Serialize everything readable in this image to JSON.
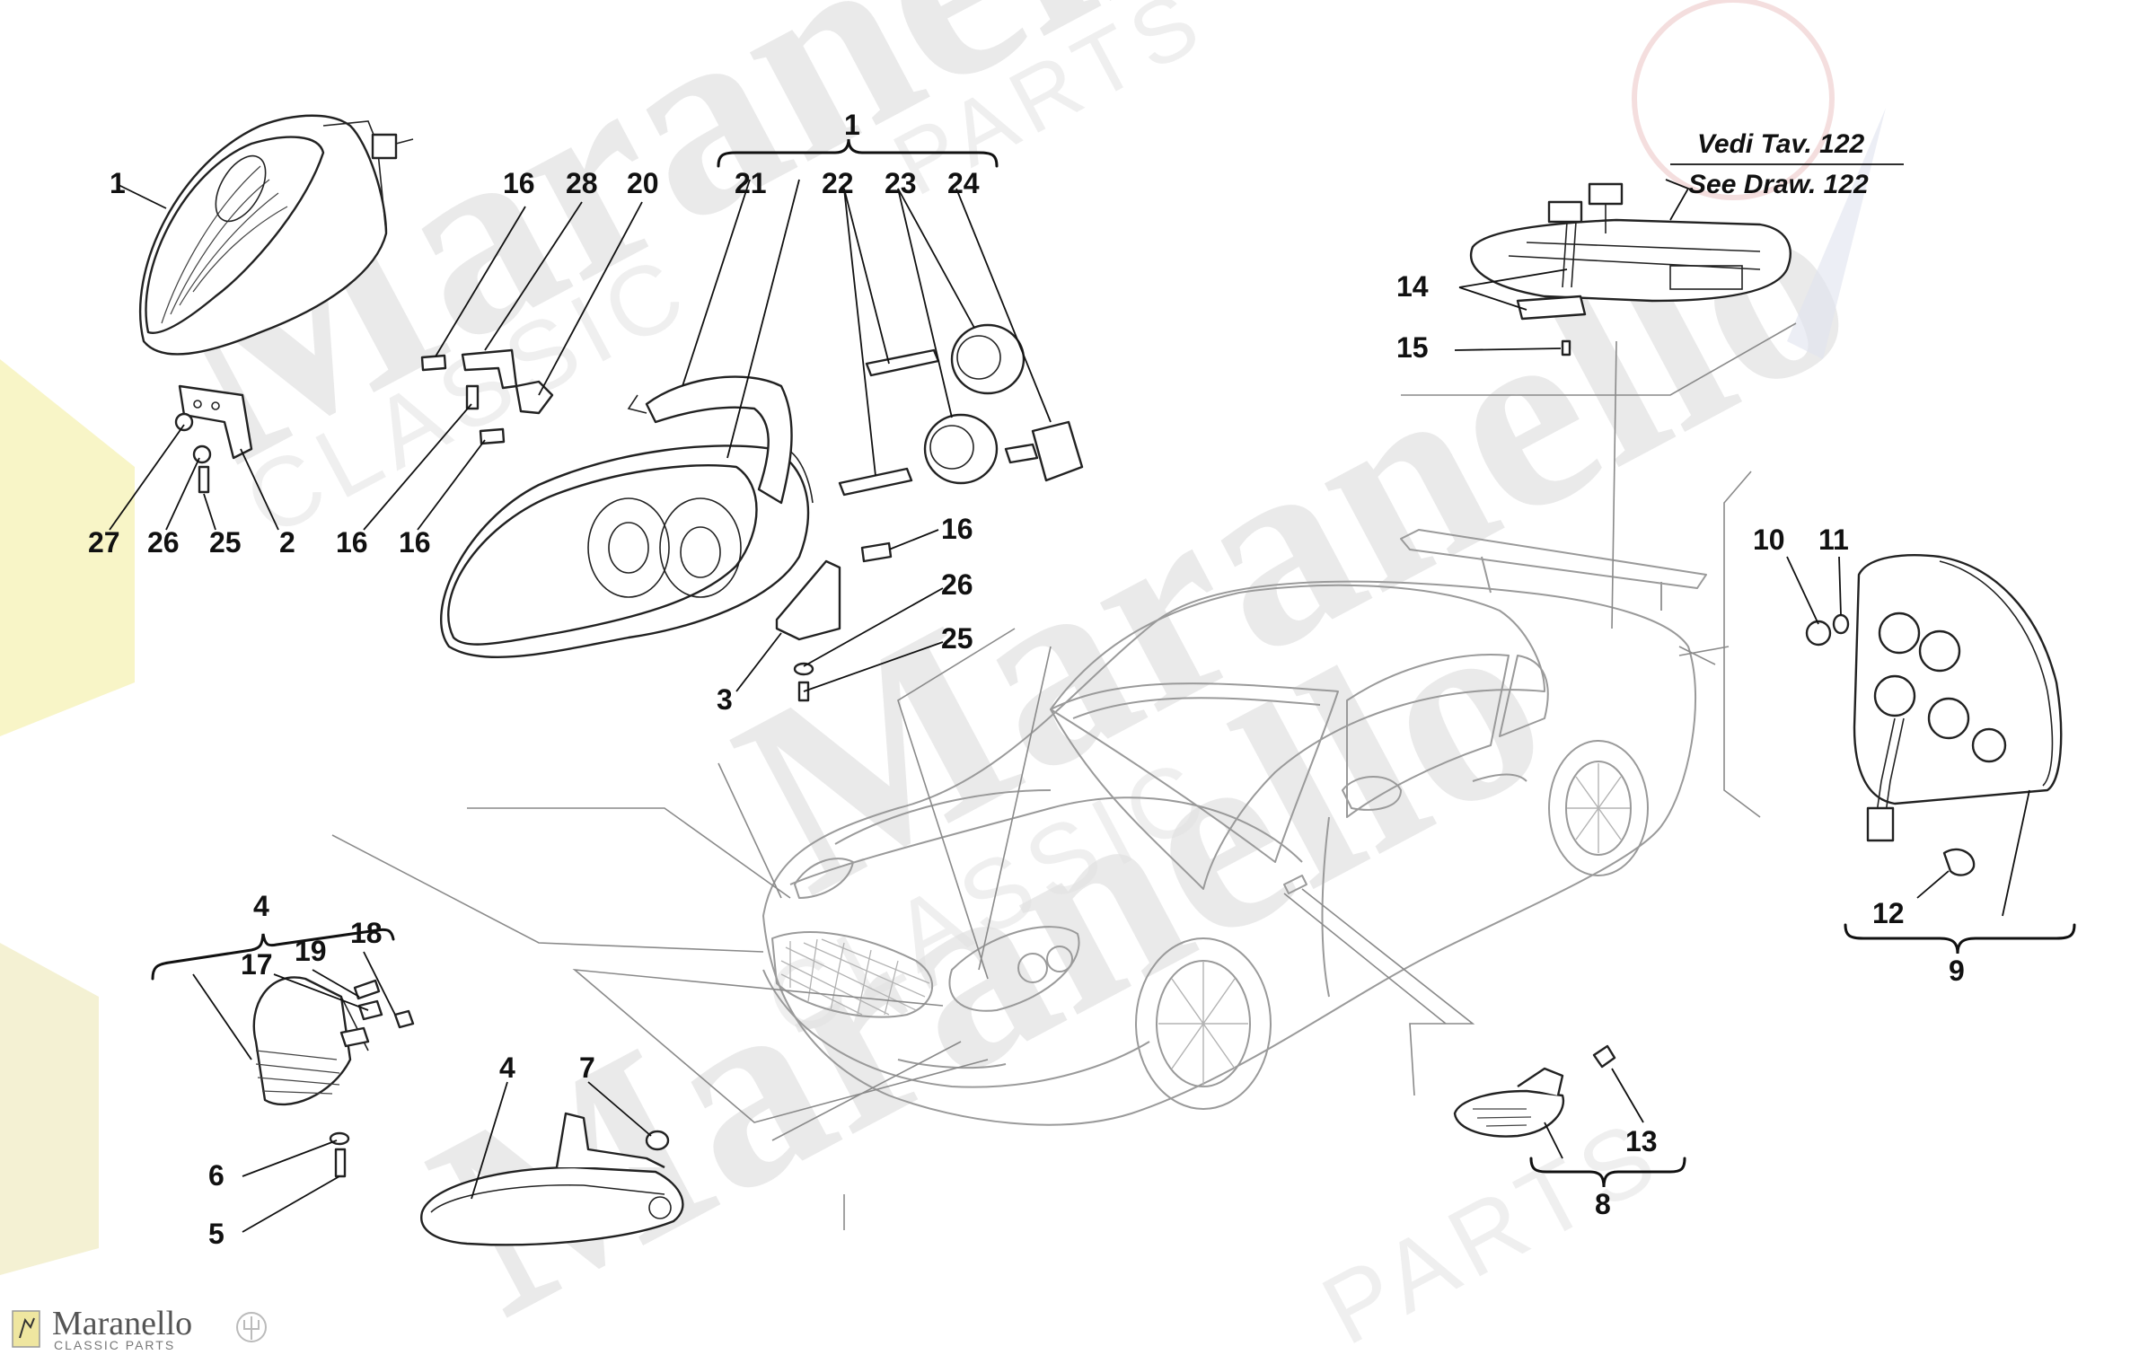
{
  "reference": {
    "line1": "Vedi Tav. 122",
    "line2": "See Draw. 122"
  },
  "watermark": {
    "brand": "Maranello",
    "sub": "CLASSIC PARTS",
    "sub_short": "PARTS",
    "classic_word": "CLASSIC",
    "text_color": "#d9d9d9"
  },
  "logo": {
    "name": "Maranello",
    "sub": "CLASSIC PARTS"
  },
  "callouts": {
    "headlight_main_1": "1",
    "headlight_group_1": "1",
    "bracket_2": "2",
    "bracket_3": "3",
    "front_lamp_group_4": "4",
    "front_lamp_4": "4",
    "screw_5": "5",
    "washer_6": "6",
    "nut_7": "7",
    "side_repeater_group_8": "8",
    "tail_lamp_group_9": "9",
    "nut_10": "10",
    "washer_11": "11",
    "bulb_12": "12",
    "bulb_13": "13",
    "plate_light_14": "14",
    "screw_15": "15",
    "screw_16a": "16",
    "screw_16b": "16",
    "screw_16c": "16",
    "screw_16d": "16",
    "bulb_17": "17",
    "bulb_18": "18",
    "bulb_19": "19",
    "bracket_20": "20",
    "cover_21": "21",
    "bulb_22": "22",
    "cap_23": "23",
    "motor_24": "24",
    "screw_25a": "25",
    "screw_25b": "25",
    "washer_26a": "26",
    "washer_26b": "26",
    "screw_27": "27",
    "bracket_28": "28"
  }
}
